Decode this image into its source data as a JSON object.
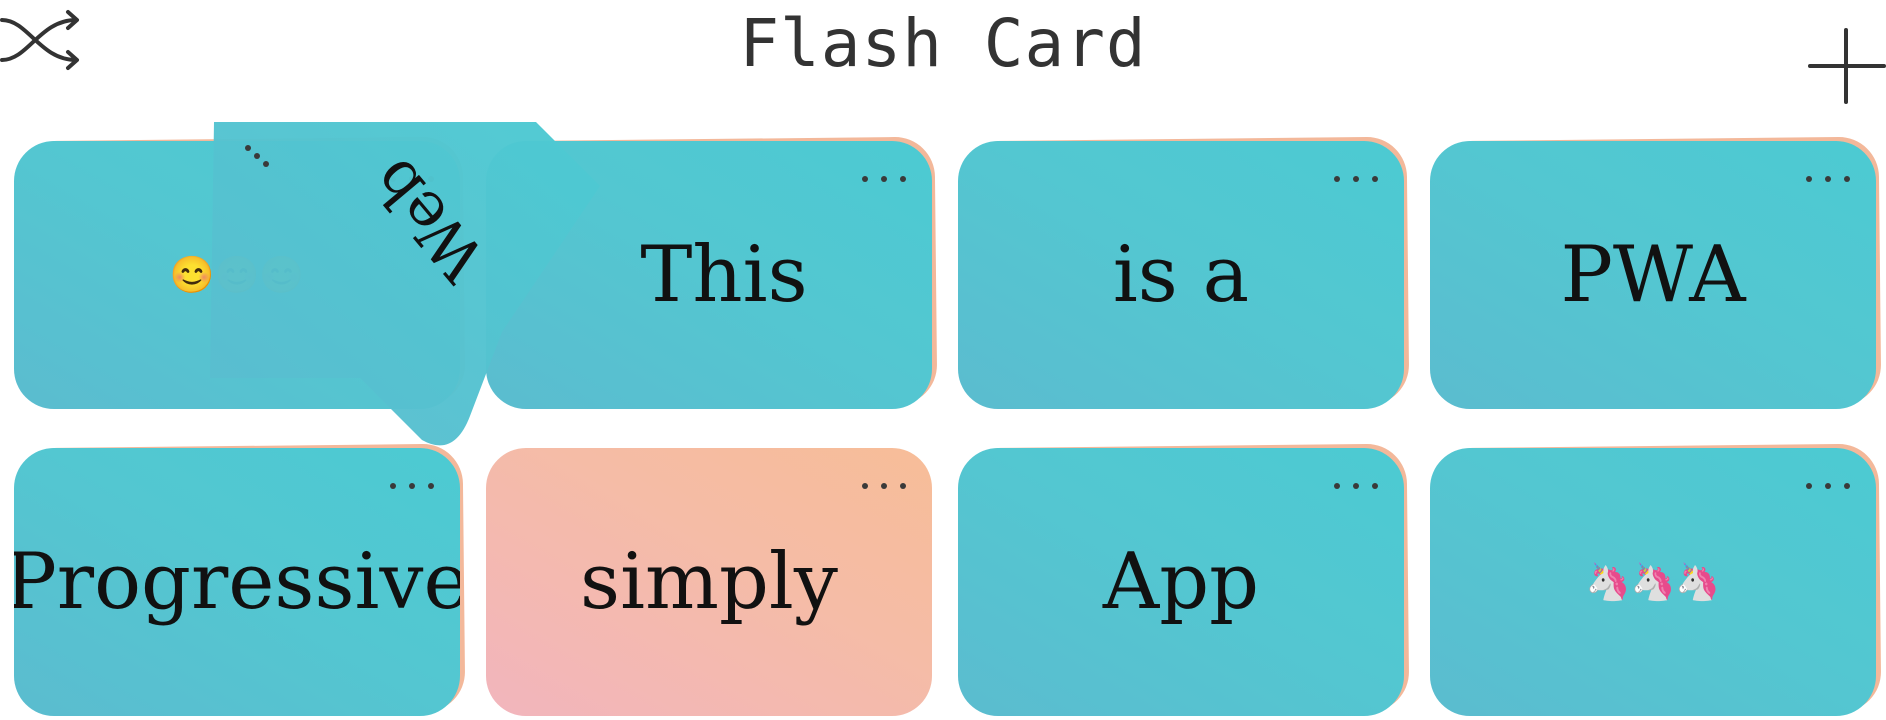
{
  "header": {
    "title": "Flash Card",
    "shuffle_icon": "shuffle-icon",
    "add_icon": "plus-icon"
  },
  "cards": [
    {
      "word": "😊😊😊",
      "style": "teal"
    },
    {
      "word": "This",
      "style": "teal"
    },
    {
      "word": "is a",
      "style": "teal"
    },
    {
      "word": "PWA",
      "style": "teal"
    },
    {
      "word": "Progressive",
      "style": "teal"
    },
    {
      "word": "simply",
      "style": "pink"
    },
    {
      "word": "App",
      "style": "teal"
    },
    {
      "word": "🦄🦄🦄",
      "style": "teal"
    }
  ],
  "flipping_card": {
    "word": "Web"
  },
  "colors": {
    "card_teal": "#53c7d1",
    "card_pink": "#f5bca6",
    "card_back": "#f3b89a",
    "title": "#333333"
  }
}
